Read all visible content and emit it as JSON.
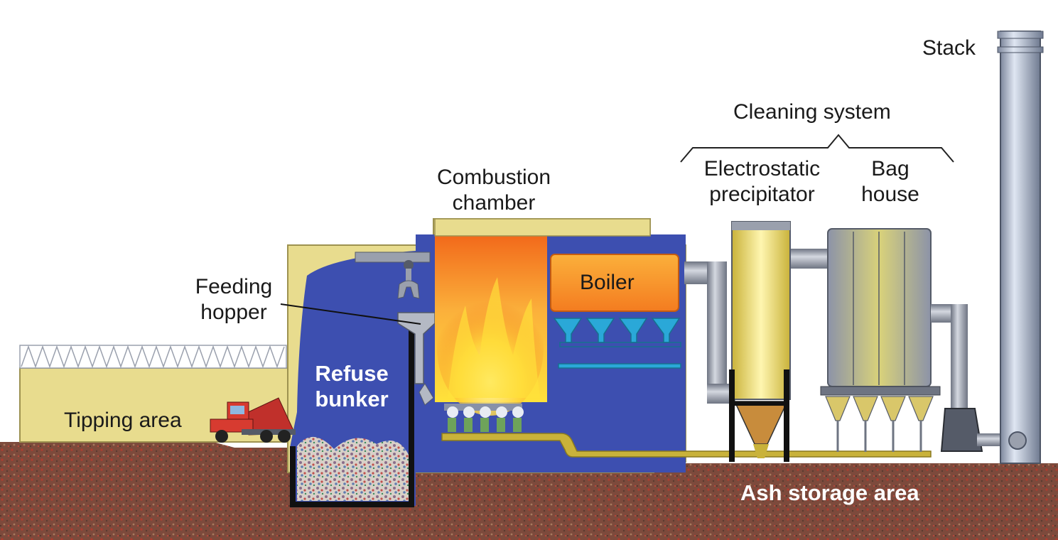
{
  "labels": {
    "stack": "Stack",
    "cleaning_system": "Cleaning system",
    "electrostatic_line1": "Electrostatic",
    "electrostatic_line2": "precipitator",
    "bag_line1": "Bag",
    "bag_line2": "house",
    "combustion_line1": "Combustion",
    "combustion_line2": "chamber",
    "boiler": "Boiler",
    "feeding_line1": "Feeding",
    "feeding_line2": "hopper",
    "refuse_line1": "Refuse",
    "refuse_line2": "bunker",
    "tipping_area": "Tipping area",
    "ash_storage": "Ash storage area"
  },
  "colors": {
    "ground": "#7a4a3a",
    "building_tan": "#e8dc8e",
    "bunker_blue": "#3d4fb0",
    "flame_orange": "#f26a1b",
    "flame_yellow": "#ffe23a",
    "boiler_orange": "#f7941d",
    "duct_gray": "#9aa0ad",
    "stack_gray": "#a7b2c8",
    "hopper_cyan": "#2aa8d8"
  }
}
